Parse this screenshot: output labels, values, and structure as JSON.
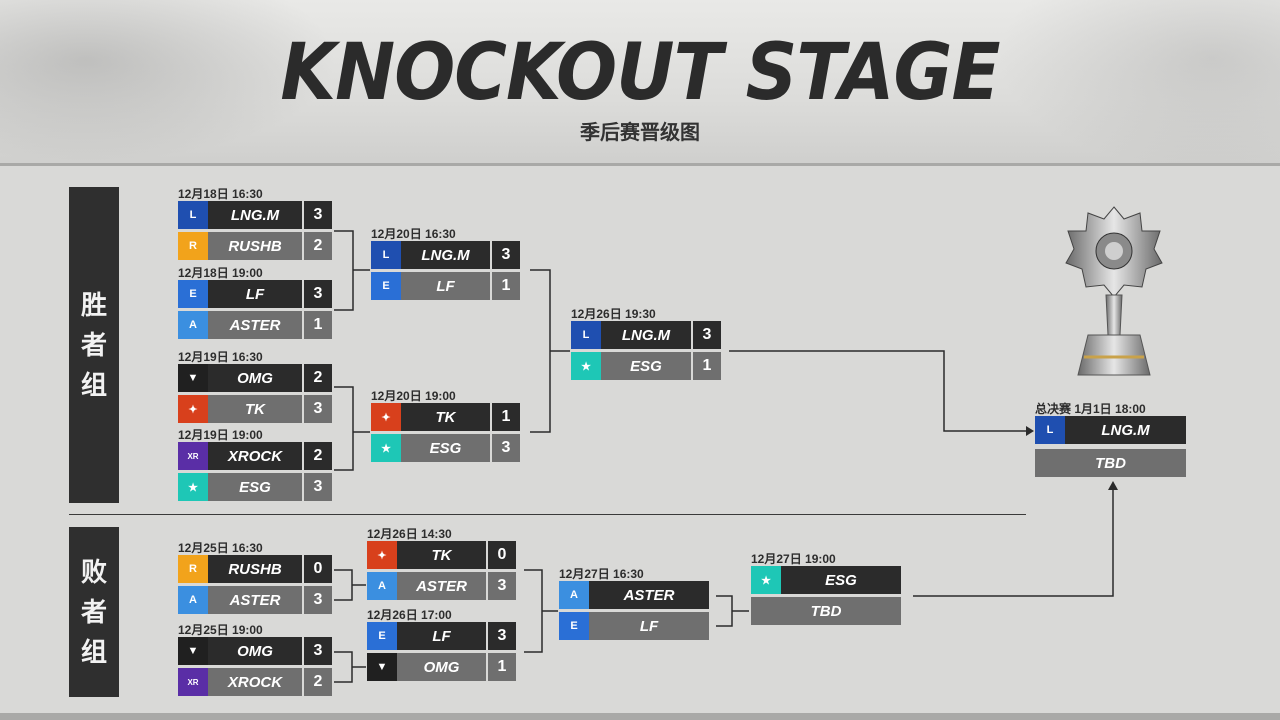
{
  "header": {
    "title": "KNOCKOUT STAGE",
    "subtitle": "季后赛晋级图"
  },
  "groups": {
    "upper": [
      "胜",
      "者",
      "组"
    ],
    "lower": [
      "败",
      "者",
      "组"
    ]
  },
  "colors": {
    "dark_row": "#2b2b2b",
    "grey_row": "#6f6f6f",
    "logo_lng": "#1f4fb0",
    "logo_rushb": "#f2a31b",
    "logo_lf": "#2a6fd6",
    "logo_aster": "#3b8fe0",
    "logo_omg": "#202020",
    "logo_tk": "#d8401c",
    "logo_xrock": "#5a2ea6",
    "logo_esg": "#1ec7b6"
  },
  "matches": {
    "u1": {
      "date": "12月18日 16:30",
      "team1": {
        "name": "LNG.M",
        "score": "3",
        "logo": "lng-logo-icon"
      },
      "team2": {
        "name": "RUSHB",
        "score": "2",
        "logo": "rushb-logo-icon"
      }
    },
    "u2": {
      "date": "12月18日 19:00",
      "team1": {
        "name": "LF",
        "score": "3",
        "logo": "lf-logo-icon"
      },
      "team2": {
        "name": "ASTER",
        "score": "1",
        "logo": "aster-logo-icon"
      }
    },
    "u3": {
      "date": "12月19日 16:30",
      "team1": {
        "name": "OMG",
        "score": "2",
        "logo": "omg-logo-icon"
      },
      "team2": {
        "name": "TK",
        "score": "3",
        "logo": "tk-logo-icon"
      }
    },
    "u4": {
      "date": "12月19日 19:00",
      "team1": {
        "name": "XROCK",
        "score": "2",
        "logo": "xrock-logo-icon"
      },
      "team2": {
        "name": "ESG",
        "score": "3",
        "logo": "esg-logo-icon"
      }
    },
    "u5": {
      "date": "12月20日 16:30",
      "team1": {
        "name": "LNG.M",
        "score": "3",
        "logo": "lng-logo-icon"
      },
      "team2": {
        "name": "LF",
        "score": "1",
        "logo": "lf-logo-icon"
      }
    },
    "u6": {
      "date": "12月20日 19:00",
      "team1": {
        "name": "TK",
        "score": "1",
        "logo": "tk-logo-icon"
      },
      "team2": {
        "name": "ESG",
        "score": "3",
        "logo": "esg-logo-icon"
      }
    },
    "u7": {
      "date": "12月26日 19:30",
      "team1": {
        "name": "LNG.M",
        "score": "3",
        "logo": "lng-logo-icon"
      },
      "team2": {
        "name": "ESG",
        "score": "1",
        "logo": "esg-logo-icon"
      }
    },
    "l1": {
      "date": "12月25日 16:30",
      "team1": {
        "name": "RUSHB",
        "score": "0",
        "logo": "rushb-logo-icon"
      },
      "team2": {
        "name": "ASTER",
        "score": "3",
        "logo": "aster-logo-icon"
      }
    },
    "l2": {
      "date": "12月25日 19:00",
      "team1": {
        "name": "OMG",
        "score": "3",
        "logo": "omg-logo-icon"
      },
      "team2": {
        "name": "XROCK",
        "score": "2",
        "logo": "xrock-logo-icon"
      }
    },
    "l3": {
      "date": "12月26日 14:30",
      "team1": {
        "name": "TK",
        "score": "0",
        "logo": "tk-logo-icon"
      },
      "team2": {
        "name": "ASTER",
        "score": "3",
        "logo": "aster-logo-icon"
      }
    },
    "l4": {
      "date": "12月26日 17:00",
      "team1": {
        "name": "LF",
        "score": "3",
        "logo": "lf-logo-icon"
      },
      "team2": {
        "name": "OMG",
        "score": "1",
        "logo": "omg-logo-icon"
      }
    },
    "l5": {
      "date": "12月27日 16:30",
      "team1": {
        "name": "ASTER",
        "score": "",
        "logo": "aster-logo-icon"
      },
      "team2": {
        "name": "LF",
        "score": "",
        "logo": "lf-logo-icon"
      }
    },
    "l6": {
      "date": "12月27日 19:00",
      "team1": {
        "name": "ESG",
        "score": "",
        "logo": "esg-logo-icon"
      },
      "team2": {
        "name": "TBD",
        "score": "",
        "logo": ""
      }
    },
    "final": {
      "date": "总决赛 1月1日 18:00",
      "team1": {
        "name": "LNG.M",
        "score": "",
        "logo": "lng-logo-icon"
      },
      "team2": {
        "name": "TBD",
        "score": "",
        "logo": ""
      }
    }
  }
}
